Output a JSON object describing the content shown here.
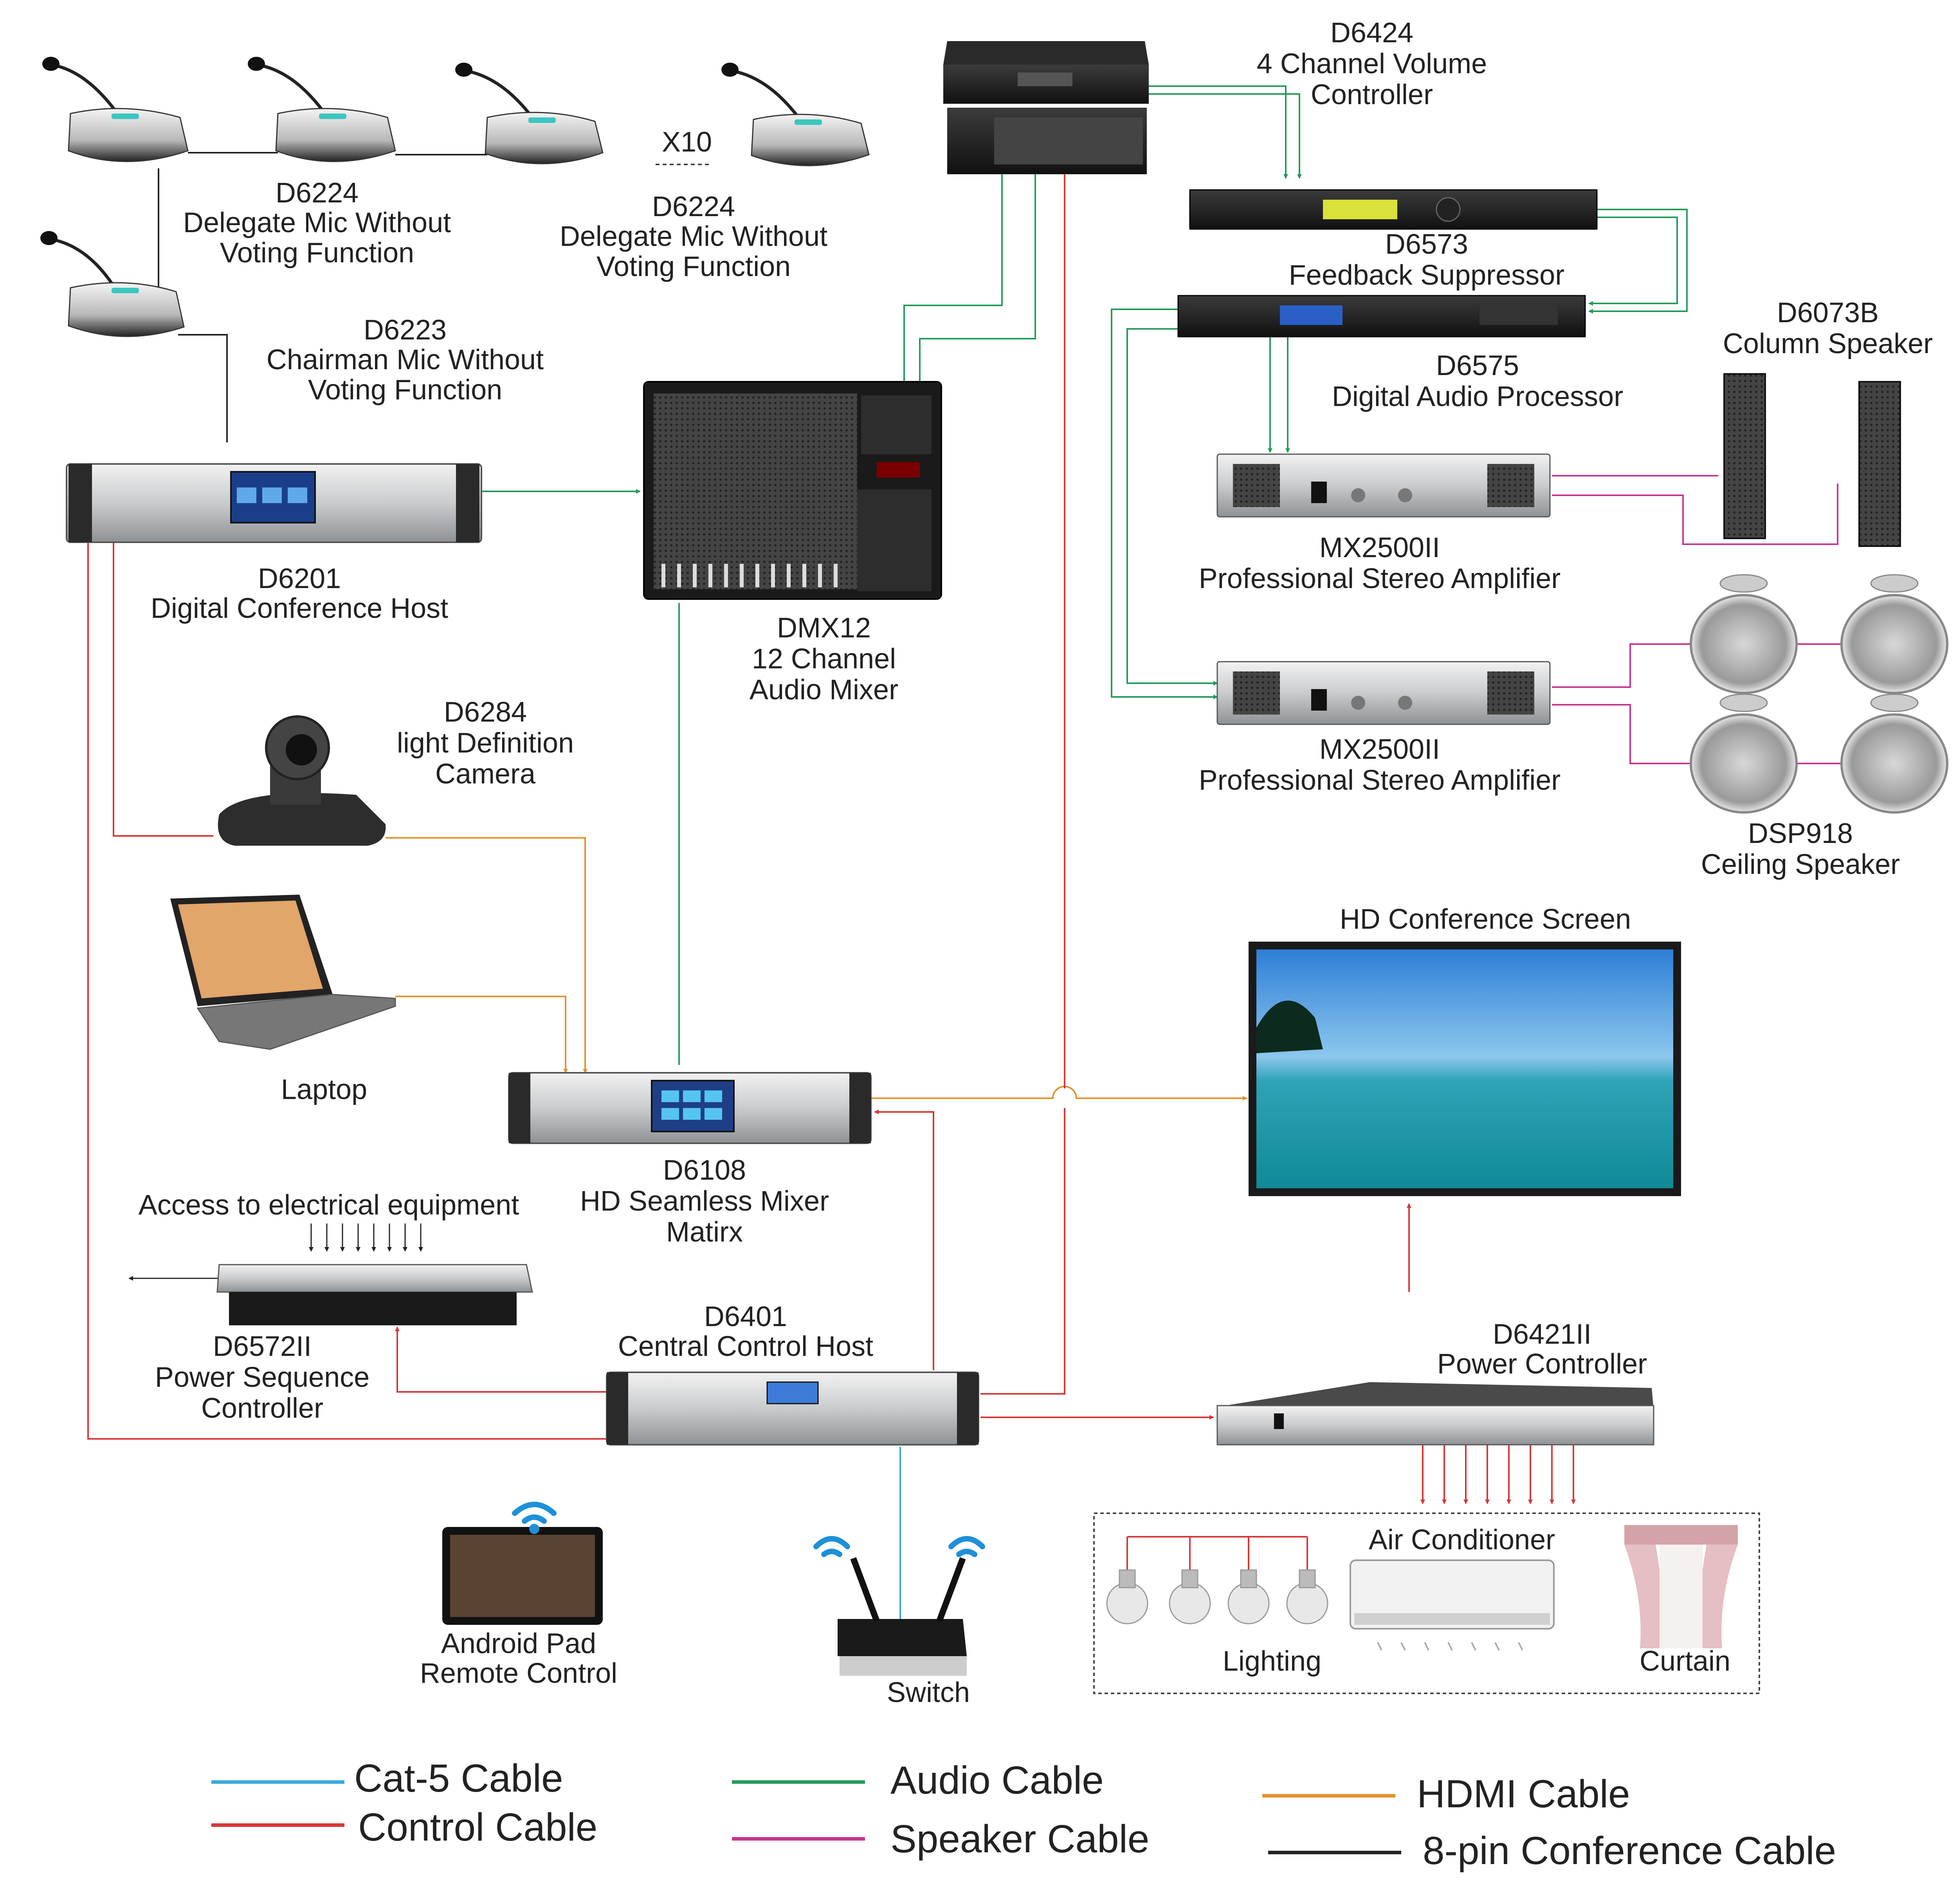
{
  "colors": {
    "cat5": "#3ba9d9",
    "control": "#d93636",
    "audio": "#239b5c",
    "speaker": "#c8338f",
    "hdmi": "#e3922b",
    "conference": "#222222"
  },
  "devices": {
    "d6224_a": {
      "line1": "D6224",
      "line2": "Delegate Mic Without",
      "line3": "Voting Function"
    },
    "d6224_b": {
      "line1": "D6224",
      "line2": "Delegate Mic Without",
      "line3": "Voting Function"
    },
    "x10": "X10",
    "d6223": {
      "line1": "D6223",
      "line2": "Chairman Mic Without",
      "line3": "Voting Function"
    },
    "d6201": {
      "line1": "D6201",
      "line2": "Digital Conference Host"
    },
    "d6424": {
      "line1": "D6424",
      "line2": "4 Channel Volume",
      "line3": "Controller"
    },
    "d6573": {
      "line1": "D6573",
      "line2": "Feedback Suppressor"
    },
    "d6575": {
      "line1": "D6575",
      "line2": "Digital Audio Processor"
    },
    "d6073b": {
      "line1": "D6073B",
      "line2": "Column Speaker"
    },
    "mx2500_a": {
      "line1": "MX2500II",
      "line2": "Professional Stereo Amplifier"
    },
    "mx2500_b": {
      "line1": "MX2500II",
      "line2": "Professional Stereo Amplifier"
    },
    "dsp918": {
      "line1": "DSP918",
      "line2": "Ceiling Speaker"
    },
    "dmx12": {
      "line1": "DMX12",
      "line2": "12 Channel",
      "line3": "Audio Mixer"
    },
    "d6284": {
      "line1": "D6284",
      "line2": "light Definition",
      "line3": "Camera"
    },
    "laptop": "Laptop",
    "d6108": {
      "line1": "D6108",
      "line2": "HD Seamless Mixer",
      "line3": "Matirx"
    },
    "screen": "HD Conference Screen",
    "access": "Access to electrical equipment",
    "d6572": {
      "line1": "D6572II",
      "line2": "Power Sequence",
      "line3": "Controller"
    },
    "d6401": {
      "line1": "D6401",
      "line2": "Central Control Host"
    },
    "d6421": {
      "line1": "D6421II",
      "line2": "Power Controller"
    },
    "air": "Air Conditioner",
    "lighting": "Lighting",
    "curtain": "Curtain",
    "pad": {
      "line1": "Android Pad",
      "line2": "Remote Control"
    },
    "switch": "Switch"
  },
  "legend": {
    "cat5": "Cat-5 Cable",
    "control": "Control  Cable",
    "audio": "Audio Cable",
    "speaker": "Speaker Cable",
    "hdmi": "HDMI Cable",
    "conference": "8-pin Conference Cable"
  }
}
